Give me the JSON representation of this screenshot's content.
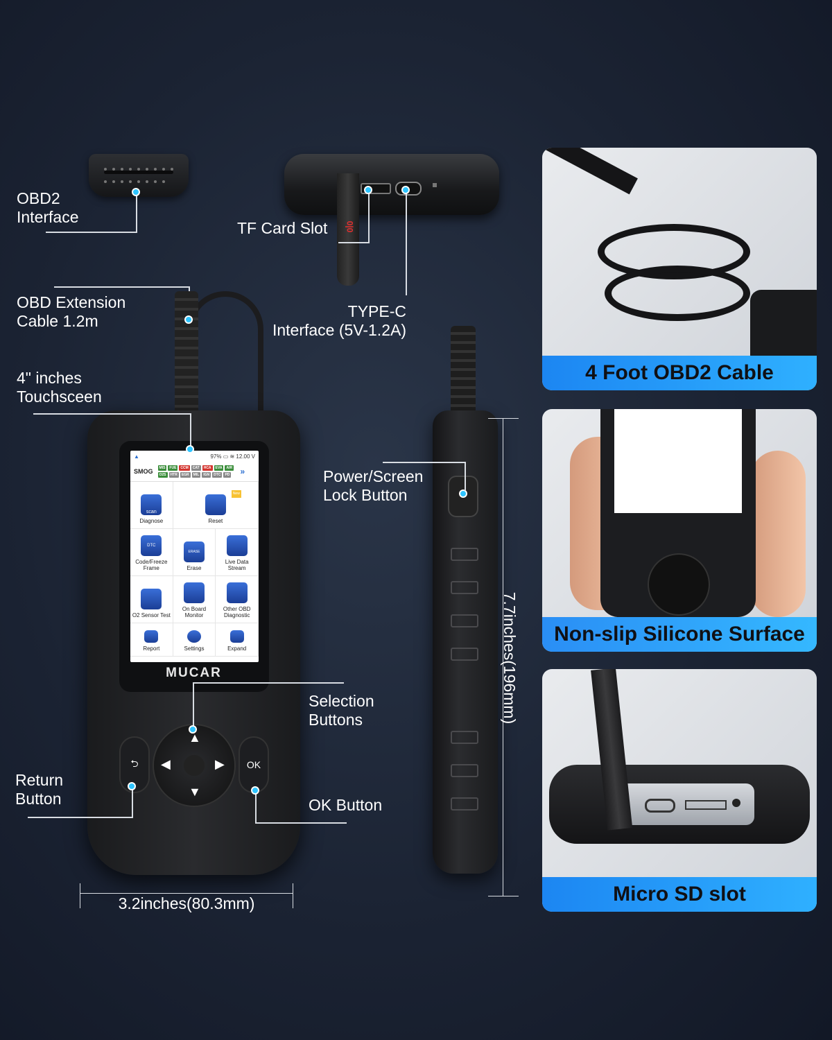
{
  "labels": {
    "obd2_interface": "OBD2\nInterface",
    "tf_card_slot": "TF Card Slot",
    "type_c": "TYPE-C\nInterface (5V-1.2A)",
    "extension_cable": "OBD Extension\nCable 1.2m",
    "touchscreen": "4\" inches\nTouchsceen",
    "power_button": "Power/Screen\nLock Button",
    "selection_buttons": "Selection\nButtons",
    "return_button": "Return\nButton",
    "ok_button": "OK Button",
    "width_dim": "3.2inches(80.3mm)",
    "height_dim": "7.7inches(196mm)"
  },
  "cable_mark": "0|0",
  "brand": "MUCAR",
  "screen": {
    "battery": "97%",
    "voltage": "12.00 V",
    "smog": "SMOG",
    "tags": [
      "MIS",
      "FUE",
      "CCM",
      "CAT",
      "HCA",
      "EVA",
      "AIR",
      "O2S",
      "HTR",
      "EGR",
      "MIL",
      "IGN",
      "DTC",
      "PD"
    ],
    "scan_label": "scan",
    "new_badge": "New",
    "erase_label": "ERASE",
    "dtc_label": "DTC",
    "menu": [
      "Diagnose",
      "Reset",
      "Code/Freeze Frame",
      "Erase",
      "Live Data Stream",
      "O2 Sensor Test",
      "On Board Monitor",
      "Other OBD Diagnostic",
      "Report",
      "Settings",
      "Expand"
    ]
  },
  "keys": {
    "ok": "OK",
    "return": "⮌"
  },
  "panels": {
    "cable": "4 Foot OBD2 Cable",
    "silicone": "Non-slip Silicone Surface",
    "sd": "Micro SD slot"
  },
  "colors": {
    "accent": "#2ec4ff",
    "caption_bg": "#1c86f2",
    "background": "#1b2333"
  }
}
